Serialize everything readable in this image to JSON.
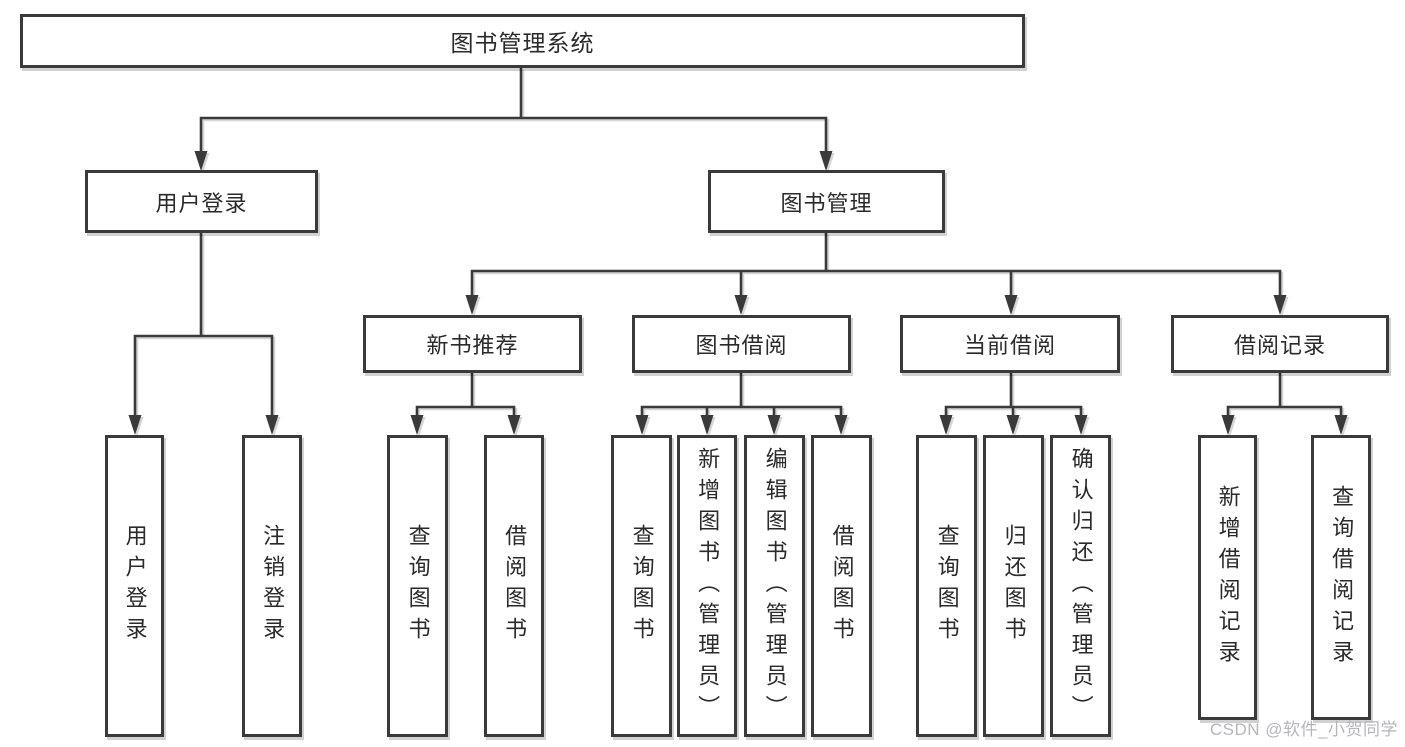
{
  "colors": {
    "line": "#3a3a3a",
    "box_border": "#3a3a3a",
    "box_fill": "#ffffff",
    "text": "#2a2a2a",
    "watermark": "#b6b6ba",
    "background": "#ffffff"
  },
  "watermark": {
    "text": "CSDN @软件_小贺同学"
  },
  "diagram": {
    "root": {
      "label": "图书管理系统",
      "children": [
        {
          "label": "用户登录",
          "children": [
            {
              "label": "用户登录"
            },
            {
              "label": "注销登录"
            }
          ]
        },
        {
          "label": "图书管理",
          "children": [
            {
              "label": "新书推荐",
              "children": [
                {
                  "label": "查询图书"
                },
                {
                  "label": "借阅图书"
                }
              ]
            },
            {
              "label": "图书借阅",
              "children": [
                {
                  "label": "查询图书"
                },
                {
                  "label": "新增图书（管理员）"
                },
                {
                  "label": "编辑图书（管理员）"
                },
                {
                  "label": "借阅图书"
                }
              ]
            },
            {
              "label": "当前借阅",
              "children": [
                {
                  "label": "查询图书"
                },
                {
                  "label": "归还图书"
                },
                {
                  "label": "确认归还（管理员）"
                }
              ]
            },
            {
              "label": "借阅记录",
              "children": [
                {
                  "label": "新增借阅记录"
                },
                {
                  "label": "查询借阅记录"
                }
              ]
            }
          ]
        }
      ]
    }
  }
}
